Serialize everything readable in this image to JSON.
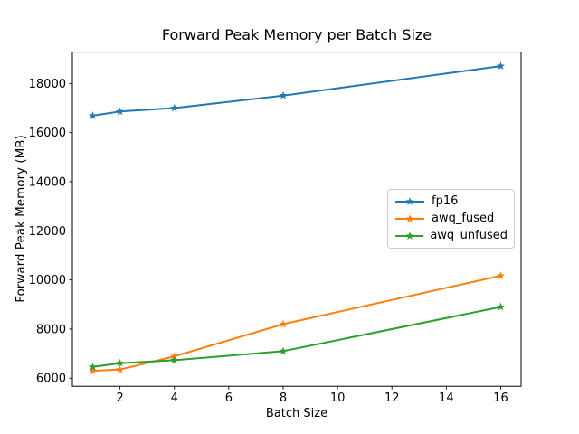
{
  "colors": {
    "background": "#ffffff",
    "axes": "#000000",
    "legend_border": "#cccccc",
    "fp16": "#1f77b4",
    "awq_fused": "#ff7f0e",
    "awq_unfused": "#2ca02c"
  },
  "chart_data": {
    "type": "line",
    "title": "Forward Peak Memory per Batch Size",
    "xlabel": "Batch Size",
    "ylabel": "Forward Peak Memory (MB)",
    "x": [
      1,
      2,
      4,
      8,
      16
    ],
    "series": [
      {
        "name": "fp16",
        "color": "#1f77b4",
        "values": [
          16690,
          16860,
          17000,
          17510,
          18710
        ]
      },
      {
        "name": "awq_fused",
        "color": "#ff7f0e",
        "values": [
          6300,
          6350,
          6890,
          8200,
          10170
        ]
      },
      {
        "name": "awq_unfused",
        "color": "#2ca02c",
        "values": [
          6460,
          6610,
          6730,
          7100,
          8900
        ]
      }
    ],
    "x_ticks": [
      2,
      4,
      6,
      8,
      10,
      12,
      14,
      16
    ],
    "y_ticks": [
      6000,
      8000,
      10000,
      12000,
      14000,
      16000,
      18000
    ],
    "xlim": [
      0.25,
      16.75
    ],
    "ylim": [
      5670,
      19280
    ],
    "grid": false,
    "marker": "star",
    "legend": {
      "position": "center right",
      "entries": [
        "fp16",
        "awq_fused",
        "awq_unfused"
      ]
    }
  }
}
